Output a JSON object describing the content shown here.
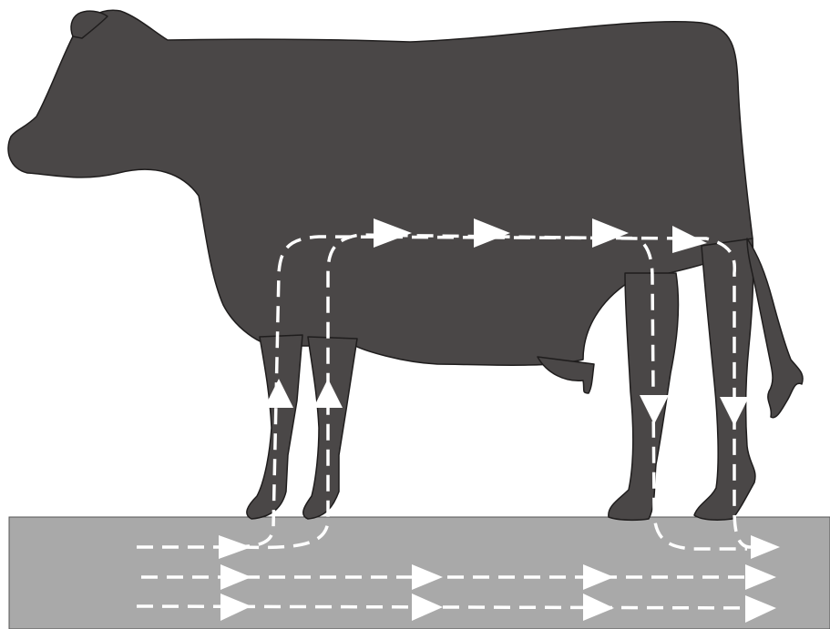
{
  "colors": {
    "background": "#ffffff",
    "cow": "#4a4747",
    "cow_outline": "#1f1d1d",
    "ground": "#a9a9a9",
    "ground_outline": "#555555",
    "flow": "#ffffff"
  },
  "icons": {
    "cow": "cow-silhouette",
    "ground": "ground-slab",
    "arrow": "triangle-arrowhead"
  }
}
